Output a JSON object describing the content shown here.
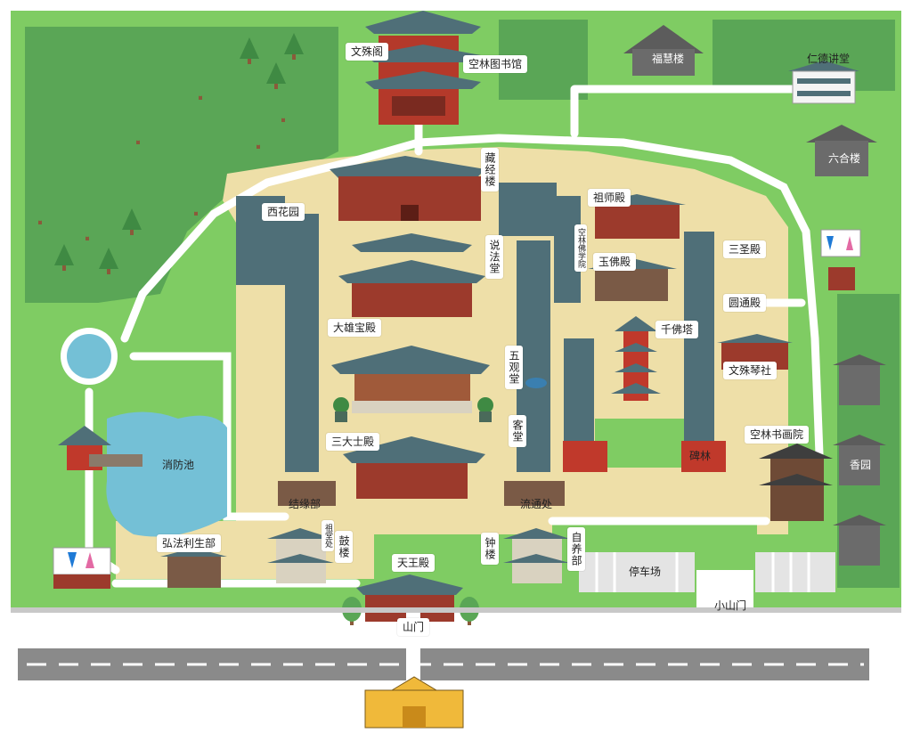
{
  "labels": {
    "wenshuge": "文殊阁",
    "library": "空林图书馆",
    "fuhuilou": "福慧楼",
    "rendejiangtang": "仁德讲堂",
    "liuhelou": "六合楼",
    "cangjinglou": "藏经楼",
    "xihuayuan": "西花园",
    "zushidian": "祖师殿",
    "konglinfoxueyuan": "空林佛学院",
    "shuofatang": "说法堂",
    "yufodian": "玉佛殿",
    "sanshengdian": "三圣殿",
    "yuantongdian": "圆通殿",
    "daxiongbaodian": "大雄宝殿",
    "qianfota": "千佛塔",
    "wuguantang": "五观堂",
    "wenshuqinshe": "文殊琴社",
    "ketang": "客堂",
    "sandashidian": "三大士殿",
    "xiaofangchi": "消防池",
    "beilin": "碑林",
    "konglinshuhuayuan": "空林书画院",
    "xiangyuan": "香园",
    "jieyuanbu": "结缘部",
    "liutongchu": "流通处",
    "hongfalishengbu": "弘法利生部",
    "gulou": "鼓楼",
    "yiguanchu": "祖堂处",
    "tianwangdian": "天王殿",
    "zhonglou": "钟楼",
    "ziyangbu": "自养部",
    "tingchechang": "停车场",
    "xiaoshanmen": "小山门",
    "shanmen": "山门"
  },
  "icons": {
    "restroom": "restroom-icon",
    "tree": "tree-icon",
    "potted_plant": "potted-plant-icon",
    "pavilion": "pavilion-icon",
    "bowl": "bowl-icon"
  },
  "colors": {
    "grass": "#7fcc63",
    "grass_light": "#a6d87f",
    "forest": "#5aa656",
    "courtyard": "#eedfa8",
    "path": "#ffffff",
    "roof": "#4f6f78",
    "wall_red": "#b4392a",
    "water": "#74c0d6",
    "road": "#8a8a8a",
    "gate_yellow": "#f0b93a"
  }
}
